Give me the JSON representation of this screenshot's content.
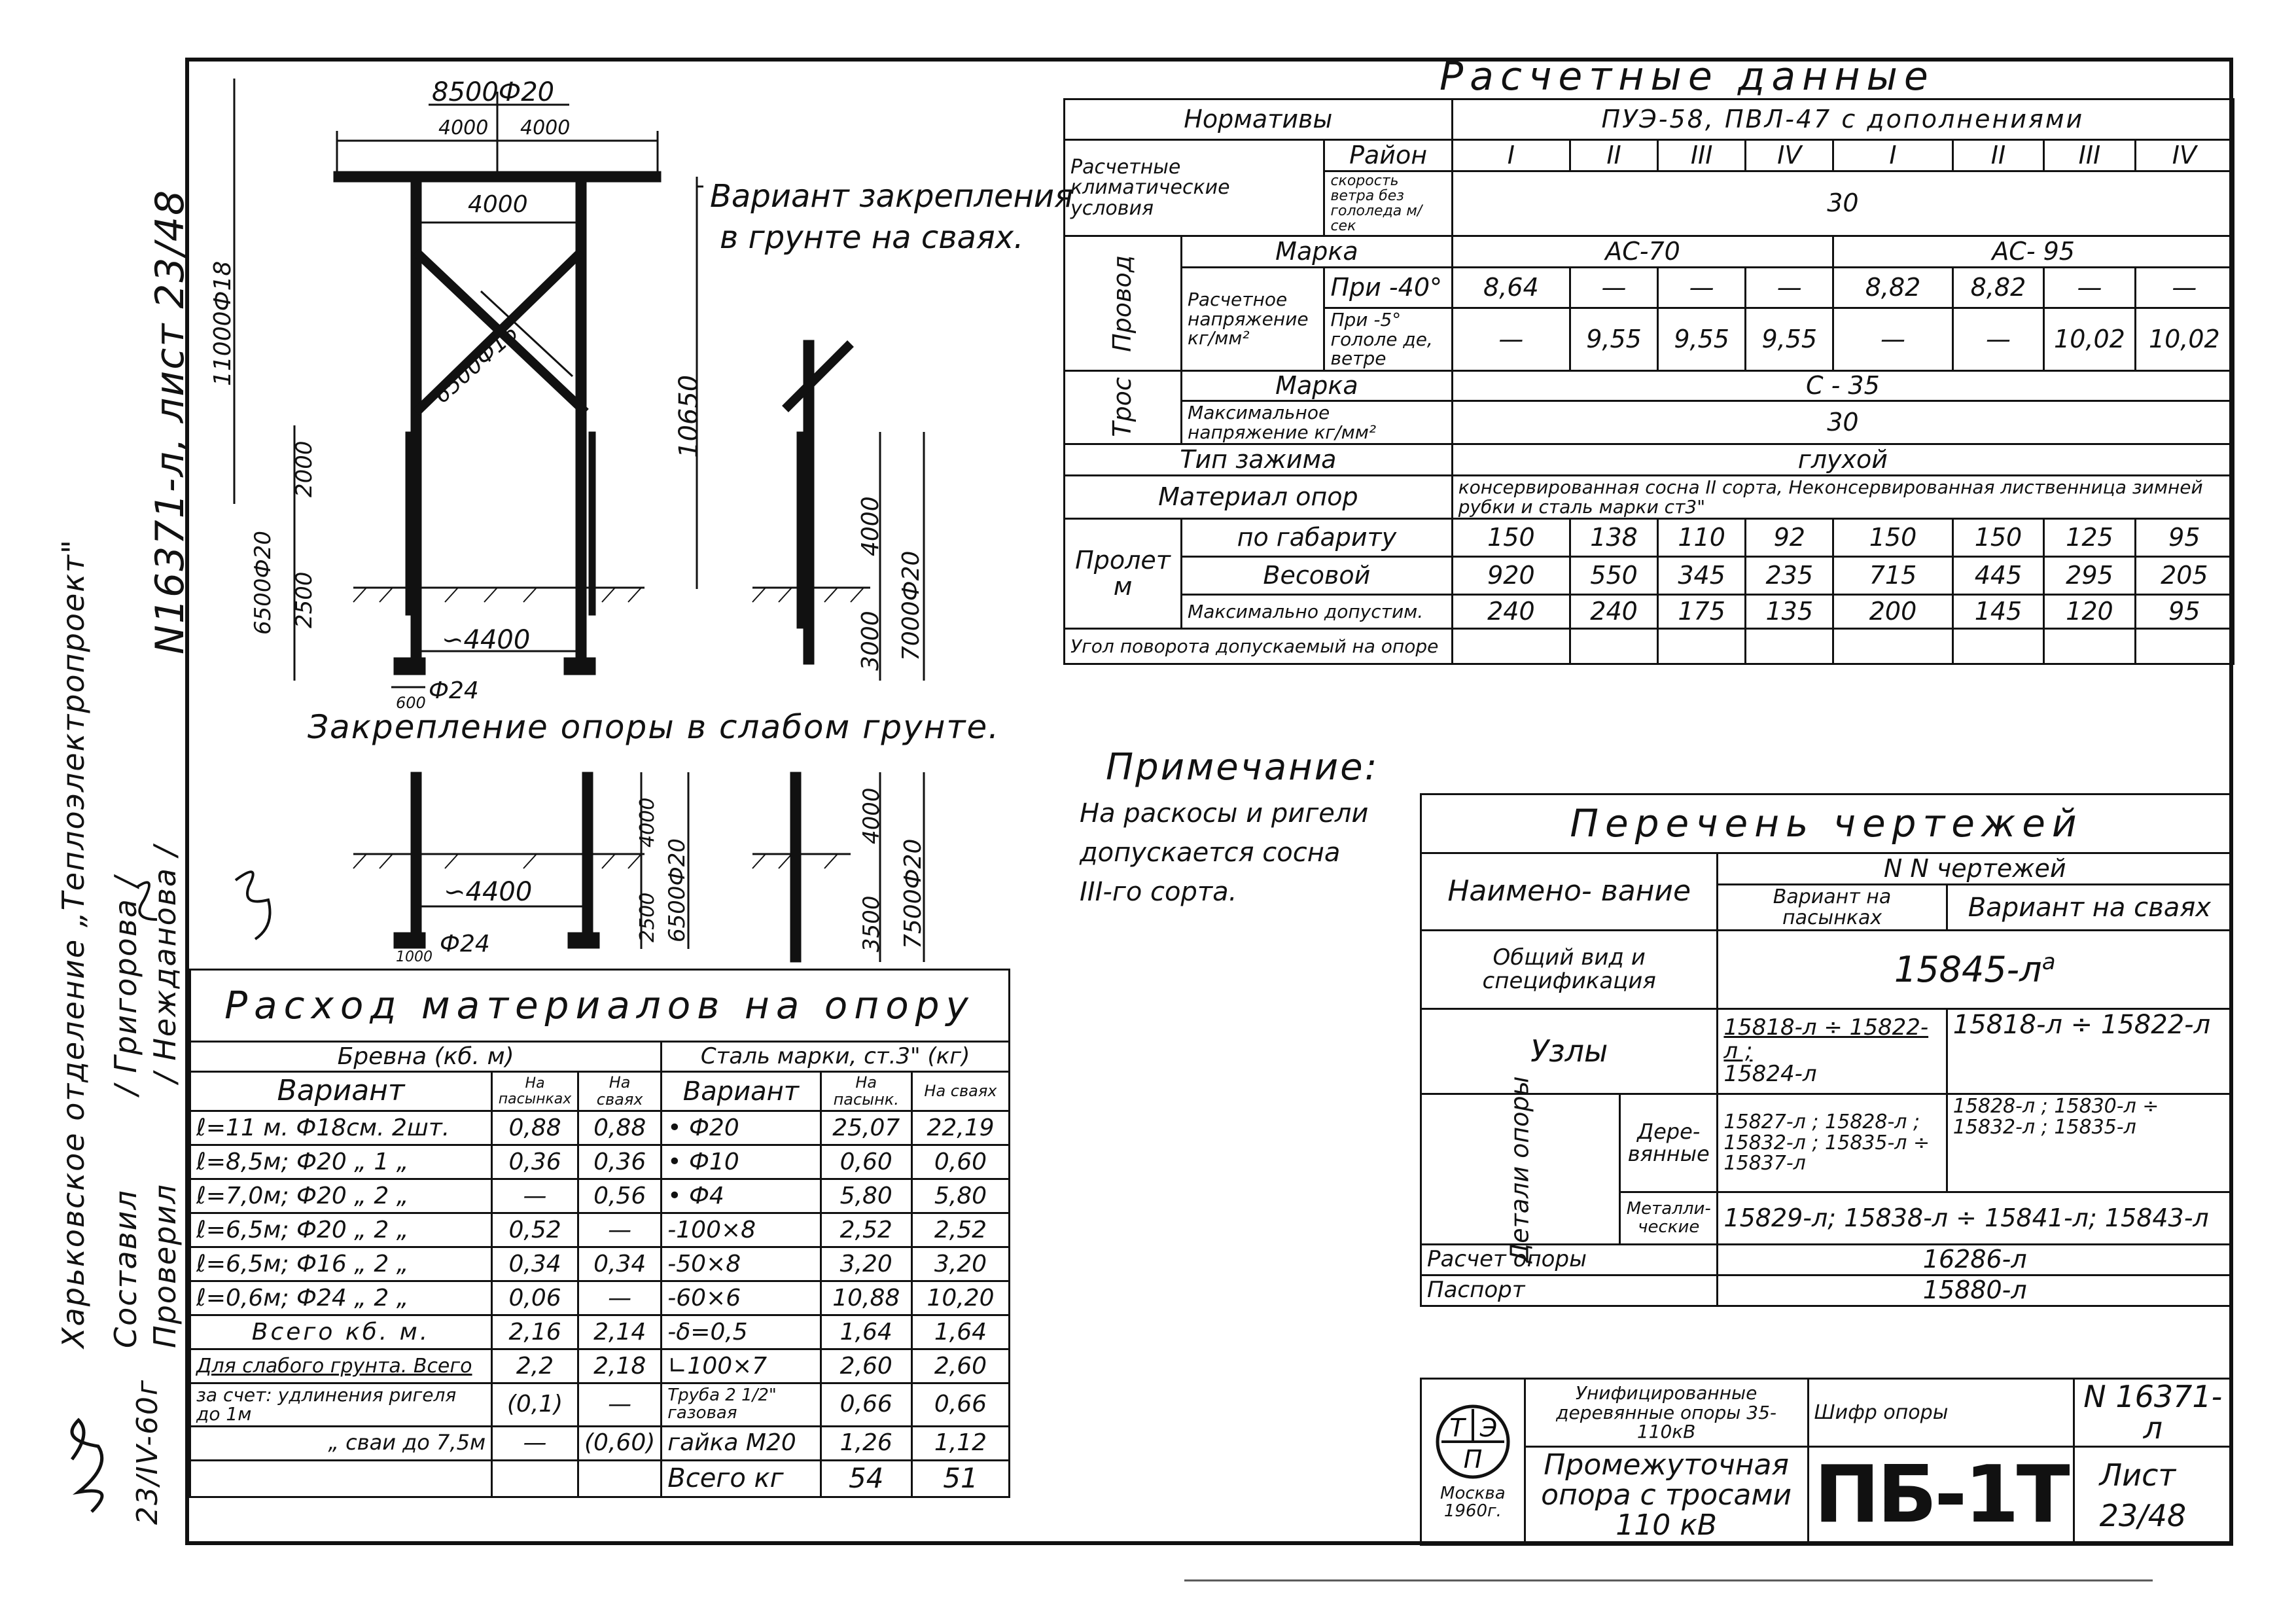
{
  "side": {
    "org": "Харьковское отделение „Теплоэлектропроект\"",
    "compiled": "Составил",
    "compiled_name": "/ Григорова /",
    "checked": "Проверил",
    "checked_name": "/ Нежданова /",
    "doc": "N16371-л, лист 23/48",
    "date": "23/IV-60г"
  },
  "drawing": {
    "crossarm": "8500Ф20",
    "half_left": "4000",
    "half_right": "4000",
    "brace_span": "4000",
    "height_top": "11000Ф18",
    "height_mid": "10650",
    "brace": "6500Ф16",
    "d2000": "2000",
    "d2500": "2500",
    "pile": "6500Ф20",
    "base_span": "∽4400",
    "bolt": "Ф24",
    "w600": "600",
    "variant_title": "Вариант закрепления",
    "variant_sub": "в грунте на сваях.",
    "side_4000": "4000",
    "side_3000": "3000",
    "side_pile": "7000Ф20",
    "weak_title": "Закрепление опоры в слабом грунте.",
    "weak_4000": "4000",
    "weak_2500": "2500",
    "weak_pile": "6500Ф20",
    "weak_span": "∽4400",
    "weak_bolt": "Ф24",
    "weak_w": "1000",
    "weak_s4000": "4000",
    "weak_s3500": "3500",
    "weak_spile": "7500Ф20"
  },
  "calc": {
    "title": "Расчетные данные",
    "norms_label": "Нормативы",
    "norms_value": "ПУЭ-58, ПВЛ-47 с дополнениями",
    "climate_label": "Расчетные климатические условия",
    "region_label": "Район",
    "regions": [
      "I",
      "II",
      "III",
      "IV",
      "I",
      "II",
      "III",
      "IV"
    ],
    "wind_label": "скорость ветра без гололеда м/сек",
    "wind_value": "30",
    "wire_label": "Провод",
    "brand_label": "Марка",
    "brand_ac70": "АС-70",
    "brand_ac95": "АС- 95",
    "stress_label": "Расчетное напряжение кг/мм²",
    "t40_label": "При -40°",
    "t40": [
      "8,64",
      "—",
      "—",
      "—",
      "8,82",
      "8,82",
      "—",
      "—"
    ],
    "t5_label": "При -5° гололе де, ветре",
    "t5": [
      "—",
      "9,55",
      "9,55",
      "9,55",
      "—",
      "—",
      "10,02",
      "10,02"
    ],
    "rope_label": "Трос",
    "rope_brand_label": "Марка",
    "rope_brand": "С - 35",
    "rope_stress_label": "Максимальное напряжение кг/мм²",
    "rope_stress": "30",
    "clamp_label": "Тип зажима",
    "clamp_value": "глухой",
    "material_label": "Материал опор",
    "material_value": "консервированная сосна II сорта, Неконсервированная лиственница зимней рубки и сталь марки ст3\"",
    "span_label": "Пролет м",
    "gab_label": "по габариту",
    "gab": [
      "150",
      "138",
      "110",
      "92",
      "150",
      "150",
      "125",
      "95"
    ],
    "weight_label": "Весовой",
    "weight": [
      "920",
      "550",
      "345",
      "235",
      "715",
      "445",
      "295",
      "205"
    ],
    "max_label": "Максимально допустим.",
    "max": [
      "240",
      "240",
      "175",
      "135",
      "200",
      "145",
      "120",
      "95"
    ],
    "angle_label": "Угол поворота допускаемый на опоре"
  },
  "note": {
    "title": "Примечание:",
    "text1": "На раскосы и ригели",
    "text2": "допускается сосна",
    "text3": "III-го сорта."
  },
  "drawings_list": {
    "title": "Перечень чертежей",
    "name_label": "Наимено- вание",
    "nn_label": "N N чертежей",
    "var1_label": "Вариант на пасынках",
    "var2_label": "Вариант на сваях",
    "general_label": "Общий вид и спецификация",
    "general_value": "15845-л",
    "general_sup": "а",
    "nodes_label": "Узлы",
    "nodes_v1a": "15818-л ÷ 15822-л ;",
    "nodes_v1b": "15824-л",
    "nodes_v2": "15818-л ÷ 15822-л",
    "parts_label": "Детали опоры",
    "wood_label": "Дере- вянные",
    "wood_v1a": "15827-л ; 15828-л ;",
    "wood_v1b": "15832-л ; 15835-л ÷",
    "wood_v1c": "15837-л",
    "wood_v2a": "15828-л ; 15830-л ÷",
    "wood_v2b": "15832-л ; 15835-л",
    "metal_label": "Металли- ческие",
    "metal_value": "15829-л; 15838-л ÷ 15841-л; 15843-л",
    "calc_label": "Расчет опоры",
    "calc_value": "16286-л",
    "passport_label": "Паспорт",
    "passport_value": "15880-л"
  },
  "stamp": {
    "logo_t": "Т",
    "logo_e": "Э",
    "logo_p": "П",
    "city": "Москва",
    "year": "1960г.",
    "series": "Унифицированные деревянные опоры 35-110кВ",
    "cipher_label": "Шифр опоры",
    "number": "N 16371-л",
    "name1": "Промежуточная",
    "name2": "опора с тросами",
    "name3": "110 кВ",
    "code": "ПБ-1Т",
    "sheet_label": "Лист",
    "sheet_value": "23/48"
  },
  "materials": {
    "title": "Расход материалов на опору",
    "logs_label": "Бревна (кб. м)",
    "steel_label": "Сталь марки, ст.3\" (кг)",
    "variant_label": "Вариант",
    "on_pas": "На пасынках",
    "on_piles": "На сваях",
    "variant_label2": "Вариант",
    "on_pas2": "На пасынк.",
    "on_piles2": "На сваях",
    "rows": [
      {
        "a": "ℓ=11 м. Ф18см. 2шт.",
        "b": "0,88",
        "c": "0,88",
        "d": "• Ф20",
        "e": "25,07",
        "f": "22,19"
      },
      {
        "a": "ℓ=8,5м; Ф20 „ 1 „",
        "b": "0,36",
        "c": "0,36",
        "d": "• Ф10",
        "e": "0,60",
        "f": "0,60"
      },
      {
        "a": "ℓ=7,0м; Ф20 „ 2 „",
        "b": "—",
        "c": "0,56",
        "d": "• Ф4",
        "e": "5,80",
        "f": "5,80"
      },
      {
        "a": "ℓ=6,5м; Ф20 „ 2 „",
        "b": "0,52",
        "c": "—",
        "d": "-100×8",
        "e": "2,52",
        "f": "2,52"
      },
      {
        "a": "ℓ=6,5м; Ф16 „ 2 „",
        "b": "0,34",
        "c": "0,34",
        "d": "-50×8",
        "e": "3,20",
        "f": "3,20"
      },
      {
        "a": "ℓ=0,6м; Ф24 „ 2 „",
        "b": "0,06",
        "c": "—",
        "d": "-60×6",
        "e": "10,88",
        "f": "10,20"
      },
      {
        "a": "Всего кб. м.",
        "b": "2,16",
        "c": "2,14",
        "d": "-δ=0,5",
        "e": "1,64",
        "f": "1,64"
      },
      {
        "a": "Для слабого грунта. Всего",
        "b": "2,2",
        "c": "2,18",
        "d": "∟100×7",
        "e": "2,60",
        "f": "2,60"
      },
      {
        "a": "за счет: удлинения ригеля до 1м",
        "b": "(0,1)",
        "c": "—",
        "d": "Труба 2 1/2\" газовая",
        "e": "0,66",
        "f": "0,66"
      },
      {
        "a": "„ сваи до 7,5м",
        "b": "—",
        "c": "(0,60)",
        "d": "гайка М20",
        "e": "1,26",
        "f": "1,12"
      },
      {
        "a": "",
        "b": "",
        "c": "",
        "d": "Всего кг",
        "e": "54",
        "f": "51"
      }
    ]
  }
}
